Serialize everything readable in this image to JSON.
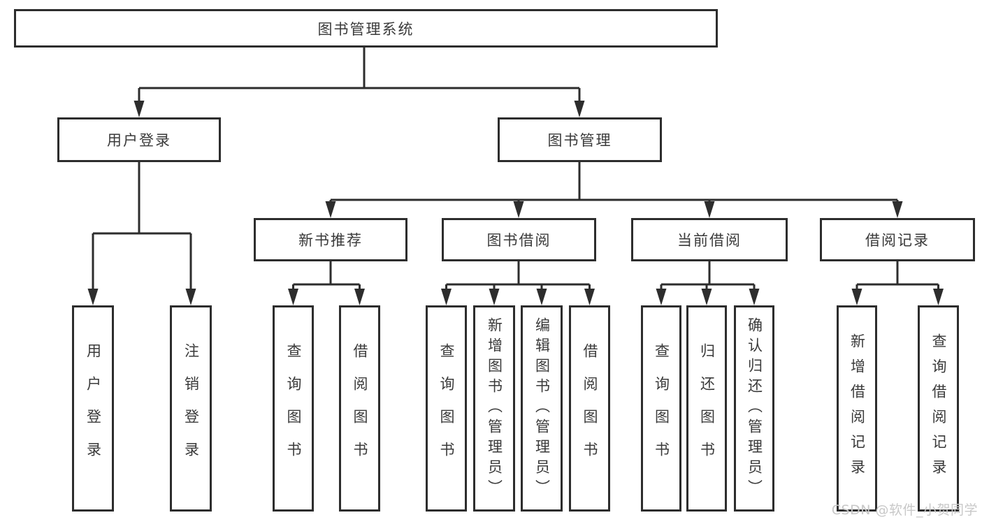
{
  "diagram": {
    "title": "图书管理系统",
    "tree": {
      "root": {
        "label": "图书管理系统",
        "children": [
          {
            "label": "用户登录",
            "children": [
              {
                "label": "用户登录"
              },
              {
                "label": "注销登录"
              }
            ]
          },
          {
            "label": "图书管理",
            "children": [
              {
                "label": "新书推荐",
                "children": [
                  {
                    "label": "查询图书"
                  },
                  {
                    "label": "借阅图书"
                  }
                ]
              },
              {
                "label": "图书借阅",
                "children": [
                  {
                    "label": "查询图书"
                  },
                  {
                    "label": "新增图书（管理员）"
                  },
                  {
                    "label": "编辑图书（管理员）"
                  },
                  {
                    "label": "借阅图书"
                  }
                ]
              },
              {
                "label": "当前借阅",
                "children": [
                  {
                    "label": "查询图书"
                  },
                  {
                    "label": "归还图书"
                  },
                  {
                    "label": "确认归还（管理员）"
                  }
                ]
              },
              {
                "label": "借阅记录",
                "children": [
                  {
                    "label": "新增借阅记录"
                  },
                  {
                    "label": "查询借阅记录"
                  }
                ]
              }
            ]
          }
        ]
      }
    },
    "colors": {
      "line": "#2d2d2d",
      "text": "#3a3a3a",
      "background": "#ffffff"
    }
  },
  "watermark": {
    "text": "CSDN @软件_小贺同学",
    "color": "#c8c8c8"
  }
}
